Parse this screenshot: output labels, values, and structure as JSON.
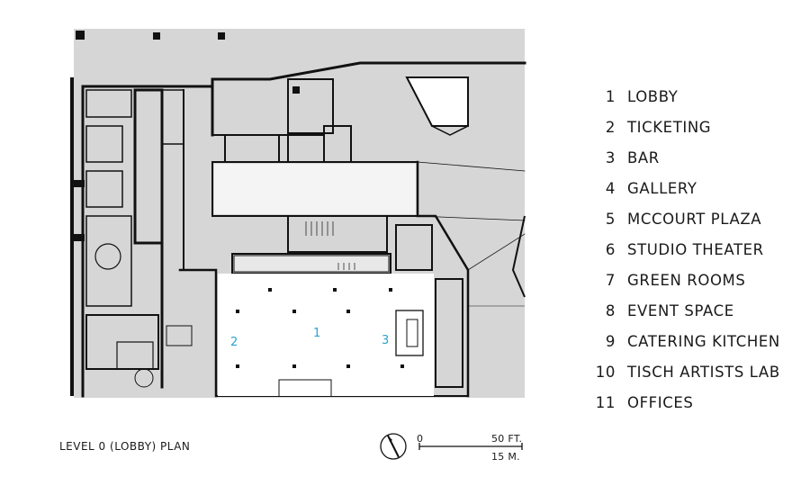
{
  "legend": [
    {
      "num": "1",
      "label": "LOBBY"
    },
    {
      "num": "2",
      "label": "TICKETING"
    },
    {
      "num": "3",
      "label": "BAR"
    },
    {
      "num": "4",
      "label": "GALLERY"
    },
    {
      "num": "5",
      "label": "MCCOURT PLAZA"
    },
    {
      "num": "6",
      "label": "STUDIO THEATER"
    },
    {
      "num": "7",
      "label": "GREEN ROOMS"
    },
    {
      "num": "8",
      "label": "EVENT SPACE"
    },
    {
      "num": "9",
      "label": "CATERING KITCHEN"
    },
    {
      "num": "10",
      "label": "TISCH ARTISTS LAB"
    },
    {
      "num": "11",
      "label": "OFFICES"
    }
  ],
  "plan_labels": {
    "lobby": "1",
    "ticketing": "2",
    "bar": "3"
  },
  "caption": "LEVEL 0 (LOBBY) PLAN",
  "scale": {
    "zero": "0",
    "feet": "50 FT.",
    "meters": "15 M."
  },
  "colors": {
    "label_accent": "#2ba3c9",
    "plan_fill": "#d6d6d6",
    "wall": "#111111"
  }
}
